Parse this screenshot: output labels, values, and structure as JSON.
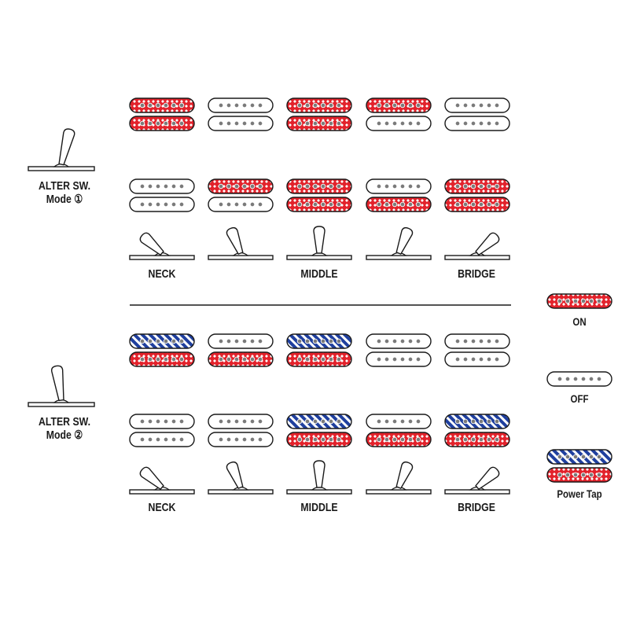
{
  "modes": [
    {
      "label_line1": "ALTER SW.",
      "label_line2": "Mode ①",
      "switch_lever": "up",
      "rows": [
        [
          [
            "on",
            "on"
          ],
          [
            "off",
            "off"
          ],
          [
            "on",
            "on"
          ],
          [
            "on",
            "off"
          ],
          [
            "off",
            "off"
          ]
        ],
        [
          [
            "off",
            "off"
          ],
          [
            "on",
            "off"
          ],
          [
            "on",
            "on"
          ],
          [
            "off",
            "on"
          ],
          [
            "on",
            "on"
          ]
        ]
      ]
    },
    {
      "label_line1": "ALTER SW.",
      "label_line2": "Mode ②",
      "switch_lever": "down",
      "rows": [
        [
          [
            "tap",
            "on"
          ],
          [
            "off",
            "on"
          ],
          [
            "tap",
            "on"
          ],
          [
            "off",
            "off"
          ],
          [
            "off",
            "off"
          ]
        ],
        [
          [
            "off",
            "off"
          ],
          [
            "off",
            "off"
          ],
          [
            "tap",
            "on"
          ],
          [
            "off",
            "on"
          ],
          [
            "tap",
            "on"
          ]
        ]
      ]
    }
  ],
  "positions": {
    "neck": "NECK",
    "middle": "MIDDLE",
    "bridge": "BRIDGE"
  },
  "legend": {
    "on": "ON",
    "off": "OFF",
    "power_tap": "Power Tap"
  },
  "colors": {
    "on": "#e2222b",
    "tap": "#1f3f9e",
    "outline": "#1a1a1a",
    "pole": "#7a7a7a"
  }
}
